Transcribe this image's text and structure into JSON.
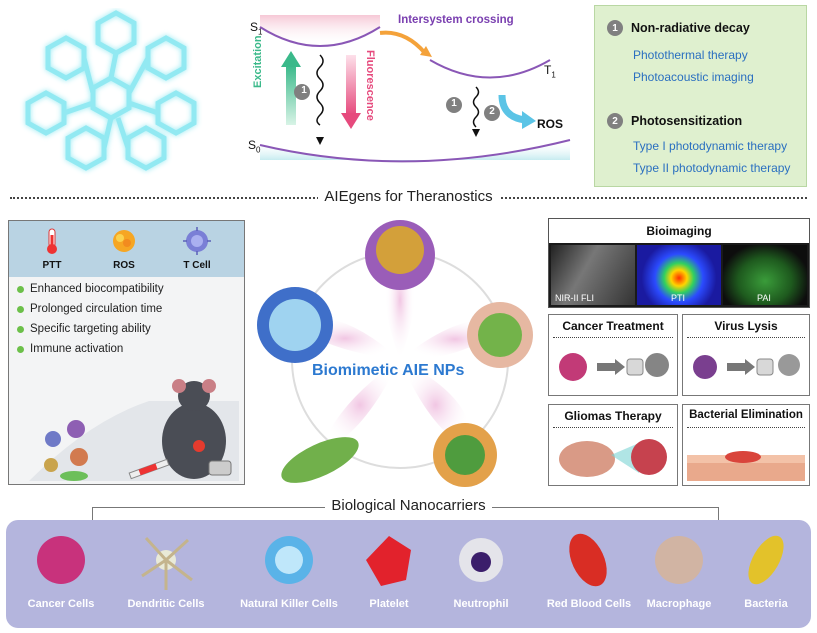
{
  "top": {
    "intersystem_label": "Intersystem crossing",
    "s1": "S",
    "s1_sub": "1",
    "t1": "T",
    "t1_sub": "1",
    "s0": "S",
    "s0_sub": "0",
    "excitation": "Excitation",
    "fluorescence": "Fluorescence",
    "ros": "ROS",
    "step1": "1",
    "step2": "2"
  },
  "legend_box": {
    "item1_num": "1",
    "item1_title": "Non-radiative decay",
    "item1_sub": [
      "Photothermal therapy",
      "Photoacoustic imaging"
    ],
    "item2_num": "2",
    "item2_title": "Photosensitization",
    "item2_sub": [
      "Type I photodynamic therapy",
      "Type II photodynamic therapy"
    ]
  },
  "section1_title": "AIEgens for Theranostics",
  "left_panel": {
    "icons": [
      {
        "label": "PTT",
        "icon": "thermometer-icon"
      },
      {
        "label": "ROS",
        "icon": "ros-burst-icon"
      },
      {
        "label": "T Cell",
        "icon": "t-cell-icon"
      }
    ],
    "bullets": [
      "Enhanced biocompatibility",
      "Prolonged circulation time",
      "Specific targeting ability",
      "Immune activation"
    ]
  },
  "center_label": "Biomimetic AIE NPs",
  "right_panel": {
    "bioimaging_title": "Bioimaging",
    "images": [
      "NIR-II FLI",
      "PTI",
      "PAI"
    ],
    "cancer_treatment": "Cancer Treatment",
    "virus_lysis": "Virus Lysis",
    "gliomas_therapy": "Gliomas Therapy",
    "bacterial_elimination": "Bacterial Elimination"
  },
  "section2_title": "Biological Nanocarriers",
  "carriers": [
    "Cancer Cells",
    "Dendritic Cells",
    "Natural Killer Cells",
    "Platelet",
    "Neutrophil",
    "Red Blood Cells",
    "Macrophage",
    "Bacteria"
  ],
  "colors": {
    "legend_bg": "#dff0cf",
    "carrier_bg": "#b4b5dd",
    "center_text": "#2c79d0",
    "bullet": "#6cc04a"
  }
}
